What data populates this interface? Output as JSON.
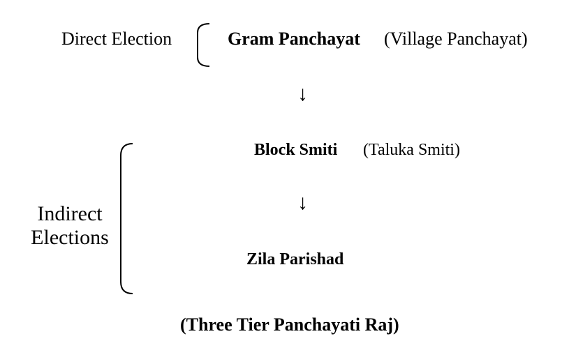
{
  "diagram": {
    "direct_label": "Direct Election",
    "gram": {
      "name": "Gram Panchayat",
      "alt": "(Village Panchayat)"
    },
    "arrow": "↓",
    "block": {
      "name": "Block Smiti",
      "alt": "(Taluka Smiti)"
    },
    "zila": {
      "name": "Zila Parishad"
    },
    "indirect_label": {
      "line1": "Indirect",
      "line2": "Elections"
    },
    "caption": "(Three Tier Panchayati Raj)"
  }
}
